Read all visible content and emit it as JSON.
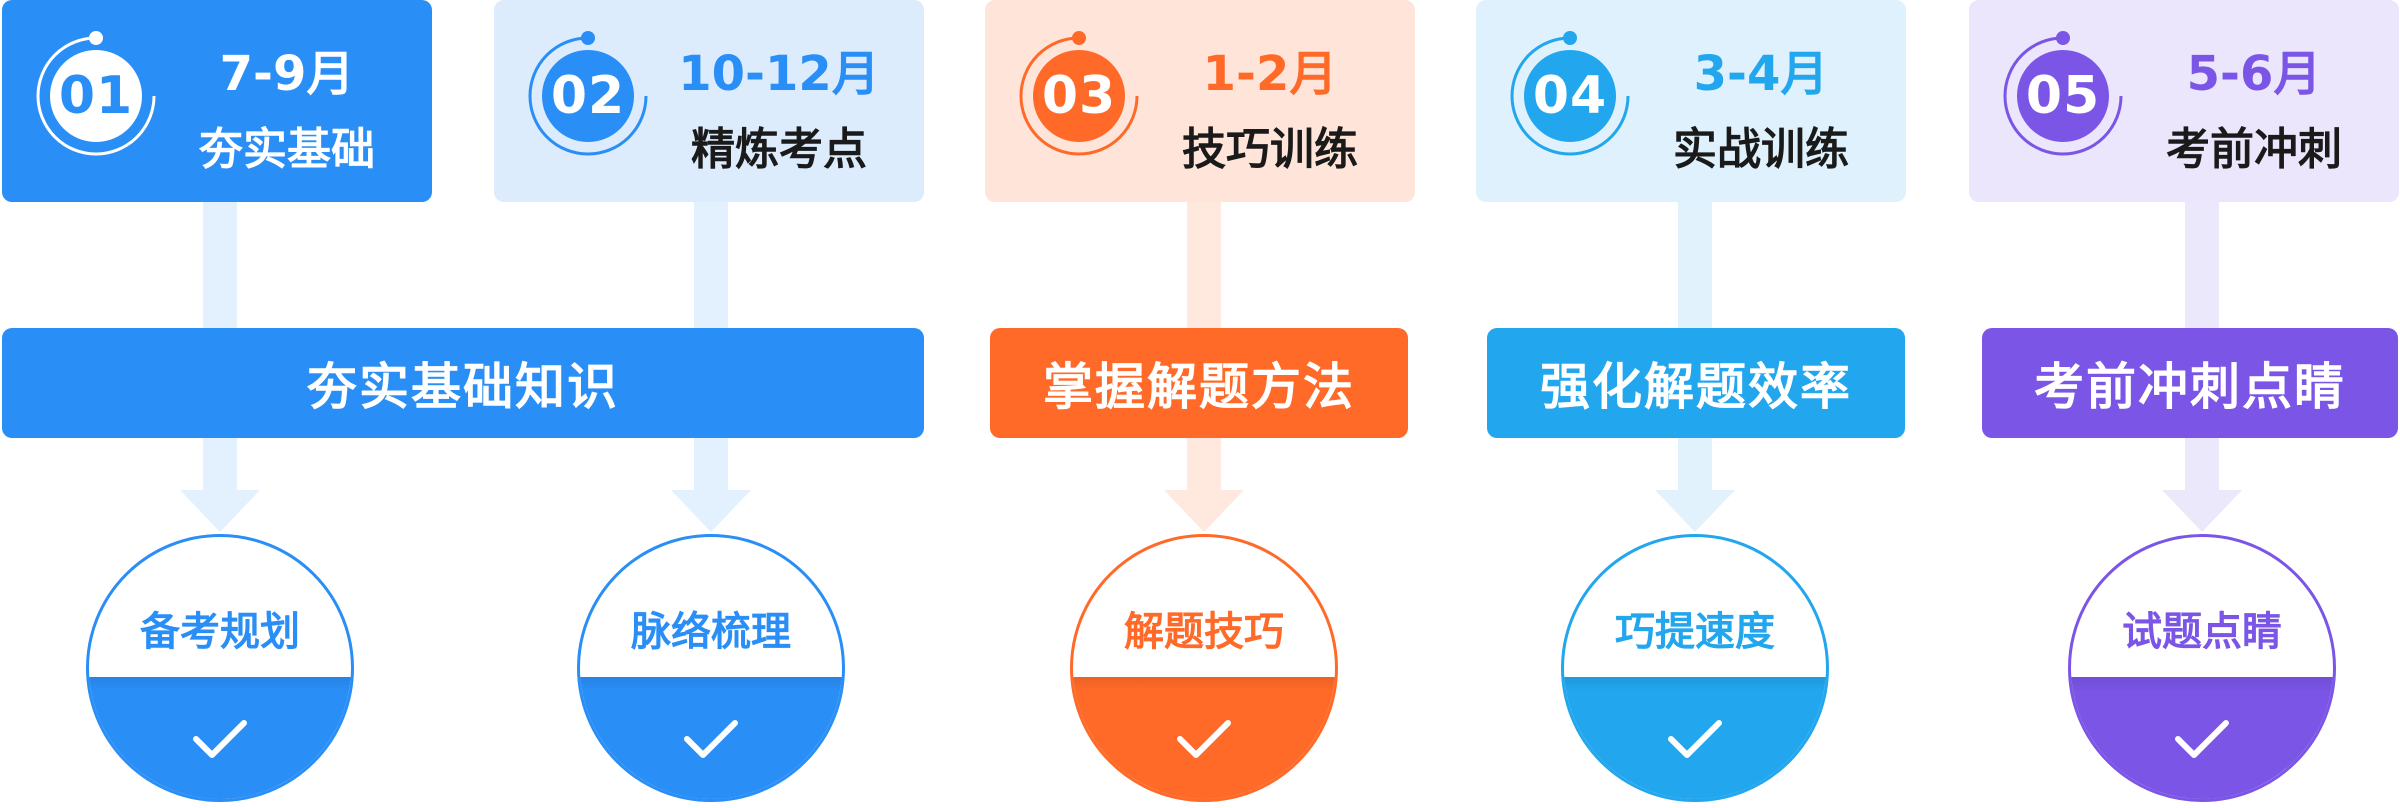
{
  "stages": [
    {
      "num": "01",
      "period": "7-9月",
      "phase": "夯实基础",
      "result": "备考规划",
      "accent": "#2a8ef7",
      "card_bg": "#2a8ef7",
      "lane_color": "#e3f0fe",
      "circle_fill": "#2a8ef7"
    },
    {
      "num": "02",
      "period": "10-12月",
      "phase": "精炼考点",
      "result": "脉络梳理",
      "accent": "#2a8ef7",
      "card_bg": "#dcecfd",
      "lane_color": "#e3f0fe",
      "circle_fill": "#2a8ef7"
    },
    {
      "num": "03",
      "period": "1-2月",
      "phase": "技巧训练",
      "result": "解题技巧",
      "accent": "#ff6a28",
      "card_bg": "#ffe5d9",
      "lane_color": "#ffe8de",
      "circle_fill": "#ff6a28"
    },
    {
      "num": "04",
      "period": "3-4月",
      "phase": "实战训练",
      "result": "巧提速度",
      "accent": "#22a6ee",
      "card_bg": "#dff1fc",
      "lane_color": "#e2f2fc",
      "circle_fill": "#22a6ee"
    },
    {
      "num": "05",
      "period": "5-6月",
      "phase": "考前冲刺",
      "result": "试题点睛",
      "accent": "#7a55e6",
      "card_bg": "#ebe6fb",
      "lane_color": "#ece8fb",
      "circle_fill": "#7a55e6"
    }
  ],
  "bars": [
    {
      "label": "夯实基础知识",
      "color": "#2a8ef7"
    },
    {
      "label": "掌握解题方法",
      "color": "#ff6a28"
    },
    {
      "label": "强化解题效率",
      "color": "#22a6ee"
    },
    {
      "label": "考前冲刺点睛",
      "color": "#7a55e6"
    }
  ]
}
